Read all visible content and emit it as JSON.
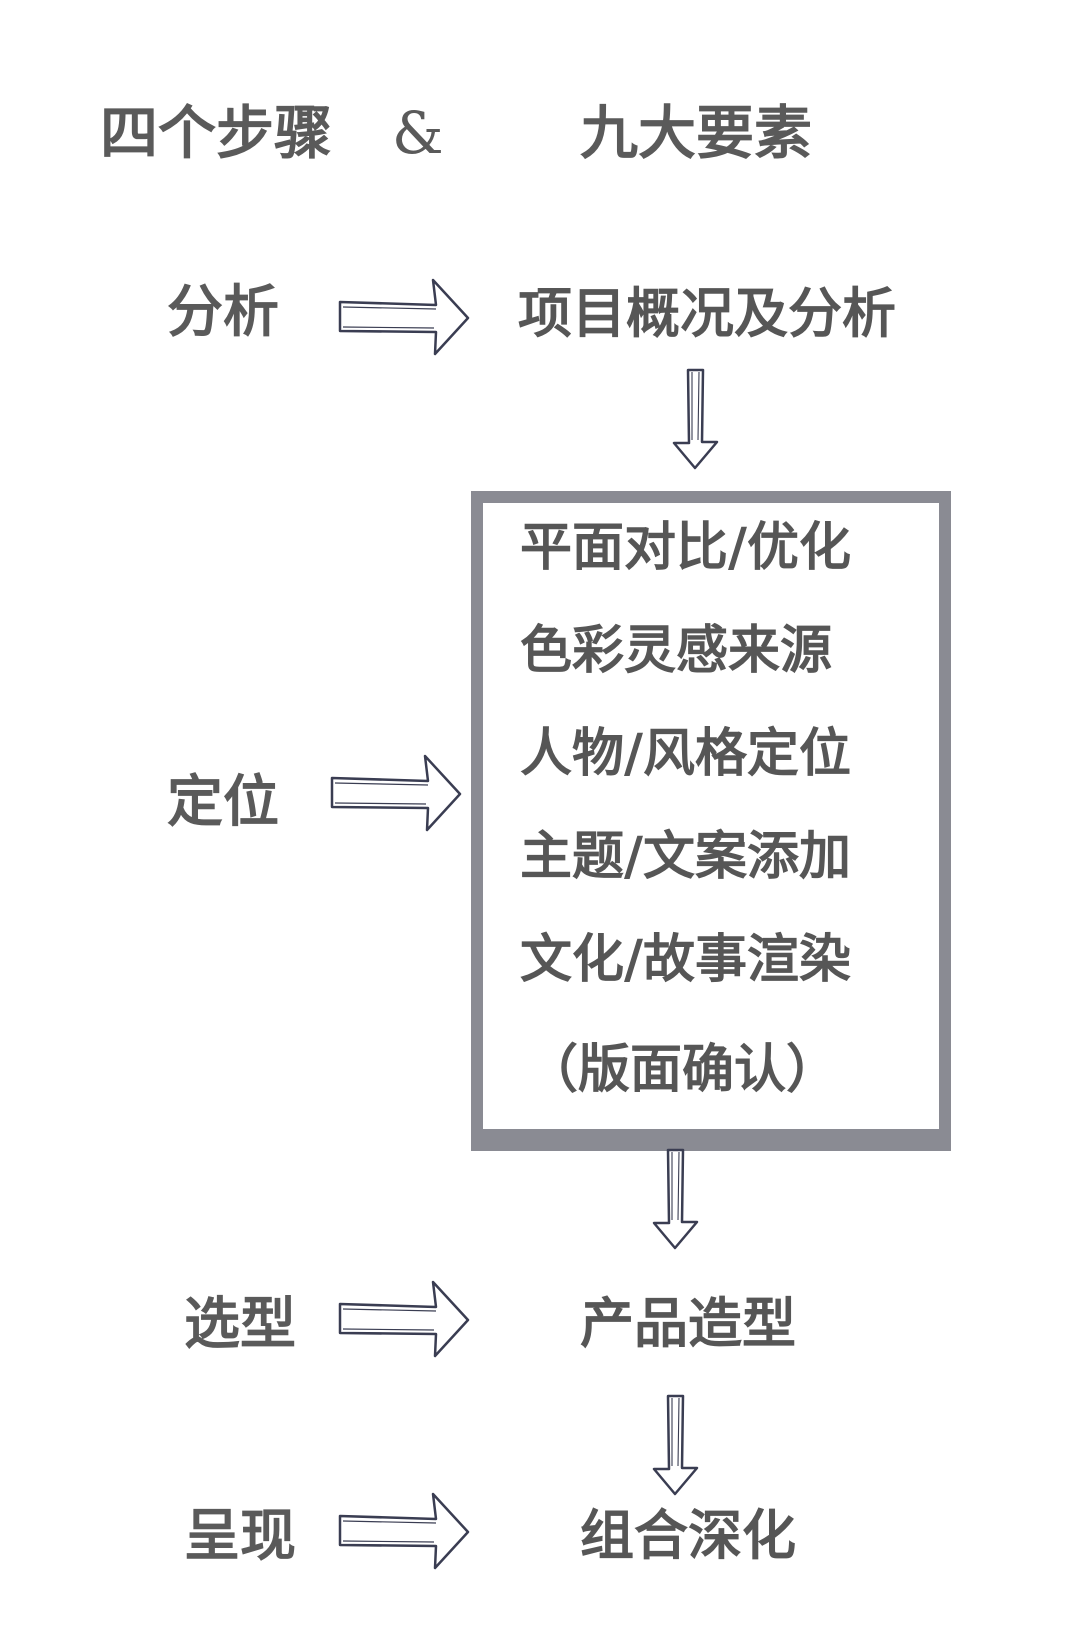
{
  "header": {
    "left": "四个步骤",
    "amp": "&",
    "right": "九大要素"
  },
  "steps": [
    {
      "label": "分析",
      "result": "项目概况及分析"
    },
    {
      "label": "定位"
    },
    {
      "label": "选型",
      "result": "产品造型"
    },
    {
      "label": "呈现",
      "result": "组合深化"
    }
  ],
  "box": {
    "lines": [
      "平面对比/优化",
      "色彩灵感来源",
      "人物/风格定位",
      "主题/文案添加",
      "文化/故事渲染",
      "（版面确认）"
    ]
  },
  "colors": {
    "text": "#555555",
    "box_border": "#8a8b93",
    "arrow_stroke": "#3a3d52"
  },
  "icons": {
    "right_arrow": "right-arrow-icon",
    "down_arrow": "down-arrow-icon"
  }
}
